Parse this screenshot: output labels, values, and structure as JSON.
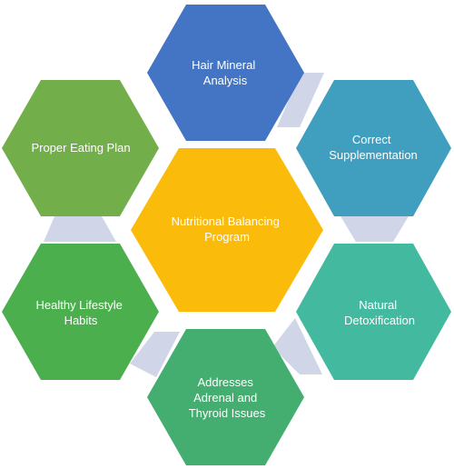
{
  "colors": {
    "center": "#FBBB0B",
    "blue": "#4474C4",
    "teal": "#409EBE",
    "seafoam": "#43BA9F",
    "green_teal": "#44AD70",
    "green": "#4CAF4E",
    "olive_green": "#72AE4A",
    "connector": "#D0D6E8"
  },
  "center": {
    "lines": [
      "Nutritional Balancing",
      "Program"
    ]
  },
  "nodes": {
    "hair": {
      "lines": [
        "Hair Mineral",
        "Analysis"
      ]
    },
    "supplement": {
      "lines": [
        "Correct",
        "Supplementation"
      ]
    },
    "detox": {
      "lines": [
        "Natural",
        "Detoxification"
      ]
    },
    "adrenal": {
      "lines": [
        "Addresses",
        "Adrenal and",
        "Thyroid Issues"
      ]
    },
    "lifestyle": {
      "lines": [
        "Healthy Lifestyle",
        "Habits"
      ]
    },
    "eating": {
      "lines": [
        "Proper Eating Plan"
      ]
    }
  }
}
